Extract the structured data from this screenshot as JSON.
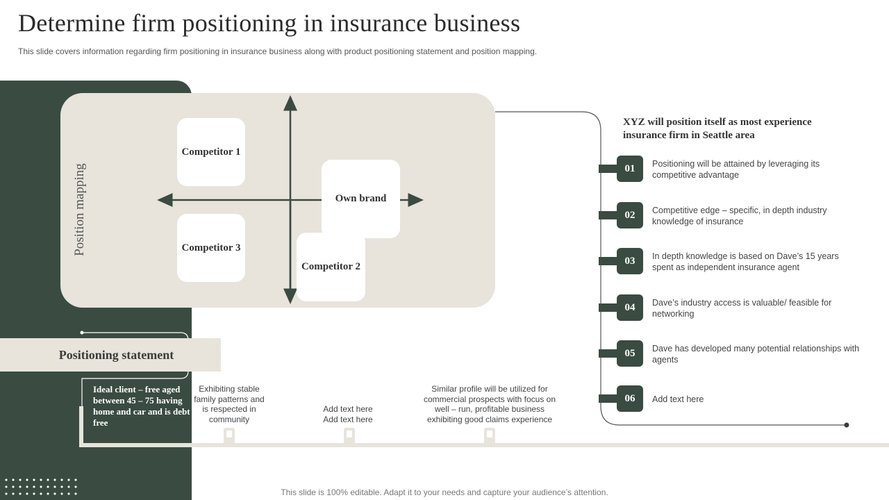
{
  "title": "Determine firm positioning in insurance business",
  "subtitle": "This slide covers information regarding firm positioning in insurance business along with product positioning statement and position mapping.",
  "position_mapping": {
    "label": "Position mapping",
    "cards": {
      "competitor_1": "Competitor 1",
      "competitor_2": "Competitor 2",
      "competitor_3": "Competitor 3",
      "own_brand": "Own brand"
    }
  },
  "positioning_statement": {
    "label": "Positioning statement",
    "ideal_client": "Ideal client – free aged between 45 – 75 having home and car and is debt free",
    "notes": [
      "Exhibiting stable family patterns and is respected in community",
      "Add text here Add text here",
      "Similar profile will be utilized for commercial prospects with focus on well – run, profitable business exhibiting good claims experience"
    ]
  },
  "positioning_list": {
    "heading": "XYZ will position itself as most experience insurance firm in Seattle area",
    "items": [
      {
        "num": "01",
        "text": "Positioning will be attained by leveraging  its competitive  advantage"
      },
      {
        "num": "02",
        "text": "Competitive  edge – specific, in depth industry knowledge  of insurance"
      },
      {
        "num": "03",
        "text": "In depth knowledge is based on Dave’s 15 years spent as independent  insurance agent"
      },
      {
        "num": "04",
        "text": "Dave’s  industry access is valuable/ feasible for networking"
      },
      {
        "num": "05",
        "text": "Dave  has developed  many potential relationships with agents"
      },
      {
        "num": "06",
        "text": "Add text here"
      }
    ]
  },
  "footer": "This slide is 100% editable. Adapt it to your needs and capture your audience’s attention.",
  "colors": {
    "dark_green": "#3a4b42",
    "beige": "#e8e4db",
    "white": "#ffffff"
  }
}
